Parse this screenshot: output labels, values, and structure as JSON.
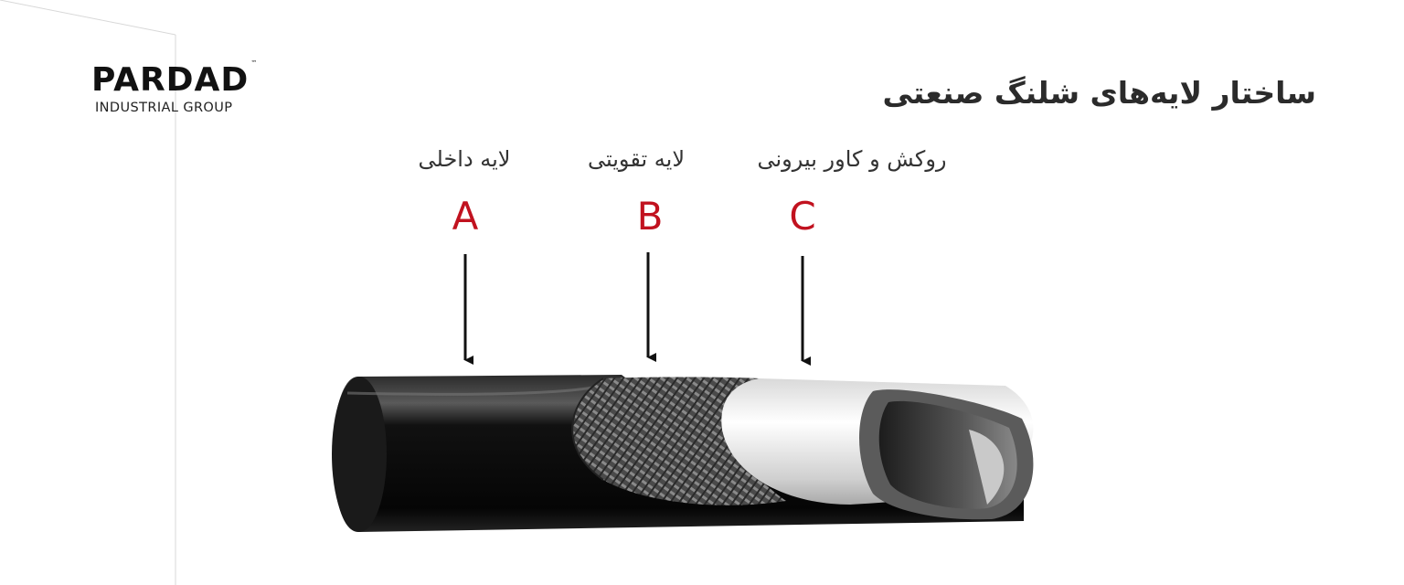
{
  "logo": {
    "brand": "PARDAD",
    "trademark": "™",
    "tagline": "INDUSTRIAL GROUP"
  },
  "title": "ساختار لایه‌های شلنگ صنعتی",
  "layers": [
    {
      "letter": "A",
      "label": "لایه داخلی"
    },
    {
      "letter": "B",
      "label": "لایه تقویتی"
    },
    {
      "letter": "C",
      "label": "روکش و کاور بیرونی"
    }
  ],
  "colors": {
    "letter_accent": "#c1121f",
    "hose_cover": "#0d0d0d",
    "reinforcement": "#5a5a5a",
    "inner_tube": "#e6e6e6"
  }
}
